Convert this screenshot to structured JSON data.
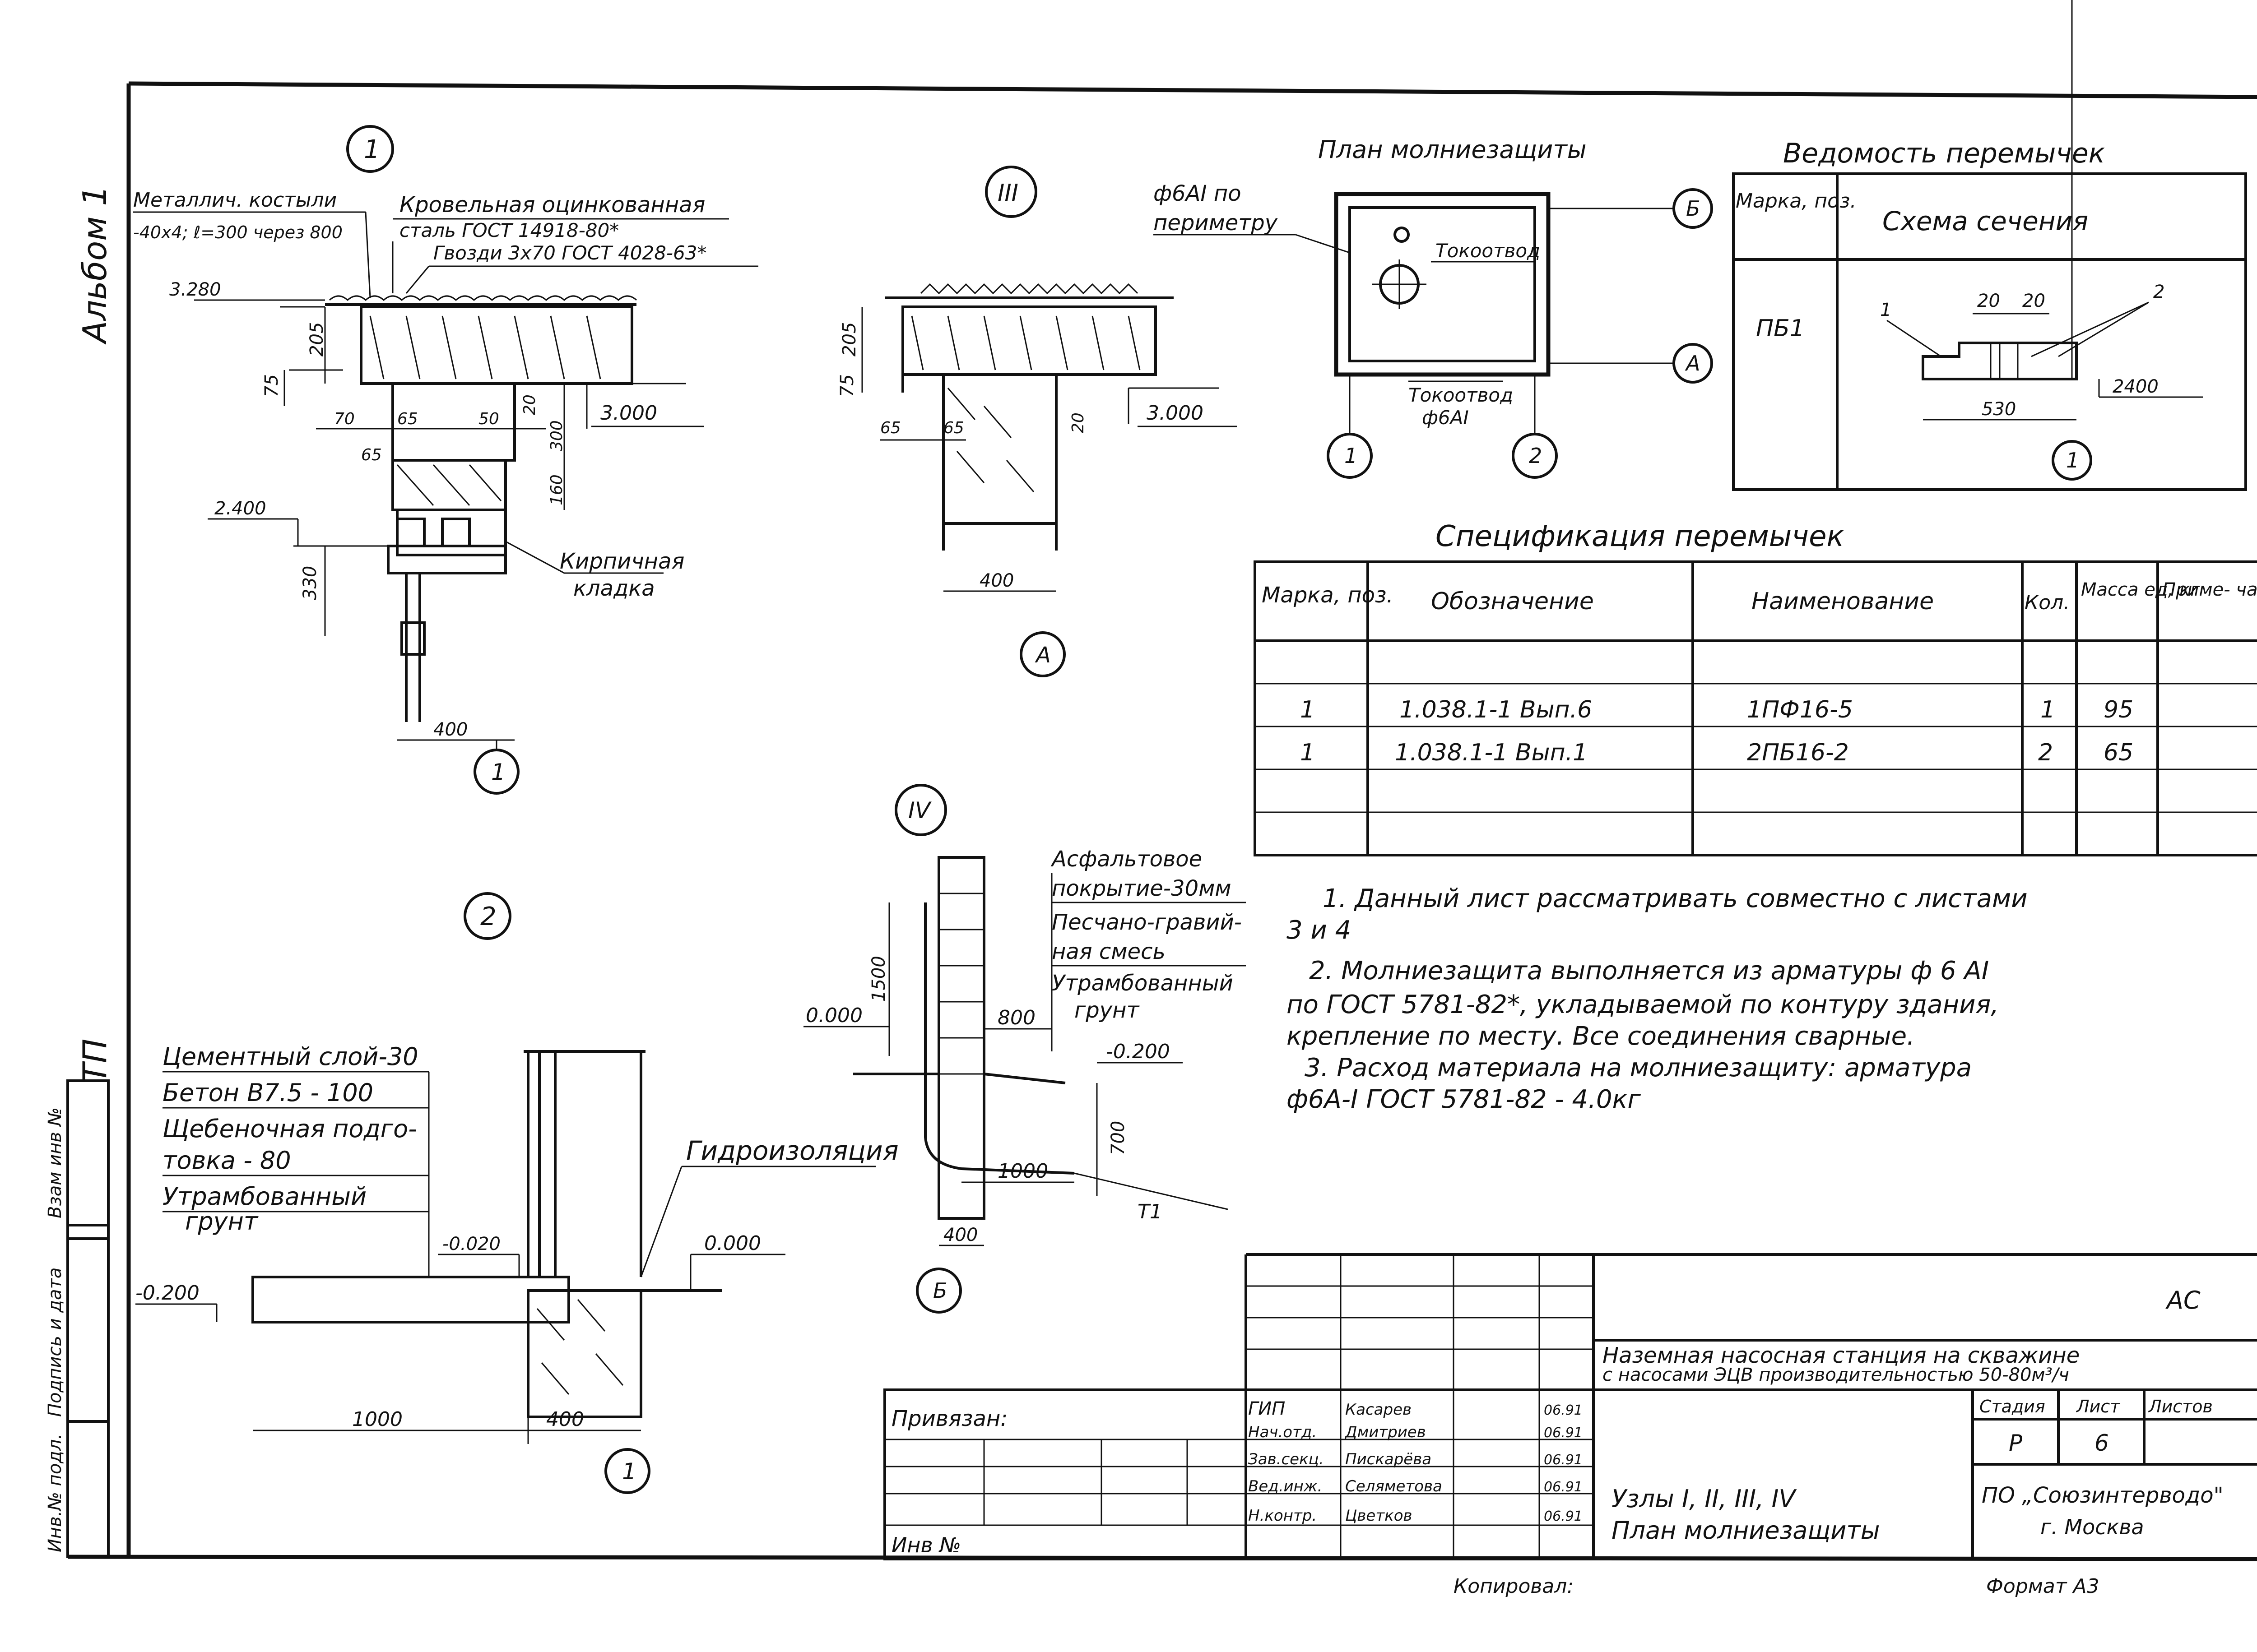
{
  "sheet": {
    "album_label": "Альбом 1",
    "tp_label": "ТП",
    "side_stamp": [
      "Инв.№ подл.",
      "Подпись и дата",
      "Взам инв №"
    ]
  },
  "node1": {
    "marker": "1",
    "callouts": [
      "Металлич. костыли",
      "-40х4; ℓ=300 через 800",
      "Кровельная оцинкованная",
      "сталь ГОСТ 14918-80*",
      "Гвозди 3х70 ГОСТ 4028-63*"
    ],
    "dims": [
      "3.280",
      "205",
      "75",
      "70",
      "65",
      "65",
      "50",
      "20",
      "300",
      "3.000",
      "160",
      "2.400",
      "330",
      "400"
    ],
    "label_wall": [
      "Кирпичная",
      "кладка"
    ],
    "axis": "1"
  },
  "node3": {
    "marker": "III",
    "dims": [
      "205",
      "75",
      "65",
      "65",
      "20",
      "3.000",
      "400"
    ],
    "axis": "А"
  },
  "lightning_plan": {
    "title": "План молниезащиты",
    "perimeter_label": [
      "ф6АI по",
      "периметру"
    ],
    "downlead_top": "Токоотвод",
    "downlead_bottom": [
      "Токоотвод",
      "ф6АI"
    ],
    "axes": [
      "Б",
      "А",
      "1",
      "2"
    ]
  },
  "lintel_sheet": {
    "title": "Ведомость перемычек",
    "head": [
      "Марка, поз.",
      "Схема сечения"
    ],
    "mark": "ПБ1",
    "dims": [
      "1",
      "20",
      "20",
      "2",
      "530",
      "2400",
      "1"
    ]
  },
  "spec": {
    "title": "Спецификация перемычек",
    "head": [
      "Марка, поз.",
      "Обозначение",
      "Наименование",
      "Кол.",
      "Масса ед, кг",
      "Приме- чание"
    ],
    "rows": [
      [
        "",
        "",
        "",
        "",
        "",
        ""
      ],
      [
        "1",
        "1.038.1-1 Вып.6",
        "1ПФ16-5",
        "1",
        "95",
        ""
      ],
      [
        "1",
        "1.038.1-1 Вып.1",
        "2ПБ16-2",
        "2",
        "65",
        ""
      ],
      [
        "",
        "",
        "",
        "",
        "",
        ""
      ],
      [
        "",
        "",
        "",
        "",
        "",
        ""
      ]
    ]
  },
  "notes": [
    "1. Данный лист рассматривать совместно с листами",
    "3 и 4",
    "2. Молниезащита выполняется из арматуры ф 6 АI",
    "по ГОСТ 5781-82*, укладываемой по контуру здания,",
    "крепление по месту. Все соединения сварные.",
    "3. Расход материала на молниезащиту: арматура",
    "ф6А-I ГОСТ 5781-82 - 4.0кг"
  ],
  "node2": {
    "marker": "2",
    "layers": [
      "Цементный слой-30",
      "Бетон В7.5 - 100",
      "Щебеночная подго-",
      "товка - 80",
      "Утрамбованный",
      "грунт"
    ],
    "waterproof": "Гидроизоляция",
    "dims": [
      "-0.020",
      "0.000",
      "-0.200",
      "1000",
      "400"
    ],
    "axis": "1"
  },
  "node4": {
    "marker": "IV",
    "layers": [
      "Асфальтовое",
      "покрытие-30мм",
      "Песчано-гравий-",
      "ная смесь",
      "Утрамбованный",
      "грунт"
    ],
    "dims": [
      "1500",
      "0.000",
      "800",
      "-0.200",
      "700",
      "1000",
      "400"
    ],
    "rod_label": "Т1",
    "axis": "Б"
  },
  "title_block": {
    "code": "АС",
    "project": [
      "Наземная насосная станция на скважине",
      "с насосами ЭЦВ производительностью 50-80м³/ч"
    ],
    "bound": "Привязан:",
    "inv": "Инв №",
    "roles": [
      "ГИП",
      "Нач.отд.",
      "Зав.секц.",
      "Вед.инж.",
      "Н.контр."
    ],
    "names": [
      "Касарев",
      "Дмитриев",
      "Пискарёва",
      "Селяметова",
      "Цветков"
    ],
    "dates": [
      "06.91",
      "06.91",
      "06.91",
      "06.91",
      "06.91"
    ],
    "sheet_name": [
      "Узлы I, II, III, IV",
      "План молниезащиты"
    ],
    "stage_head": [
      "Стадия",
      "Лист",
      "Листов"
    ],
    "stage": "Р",
    "sheet_no": "6",
    "org": [
      "ПО „Союзинтерводо\"",
      "г. Москва"
    ],
    "copied": "Копировал:",
    "format": "Формат А3"
  }
}
